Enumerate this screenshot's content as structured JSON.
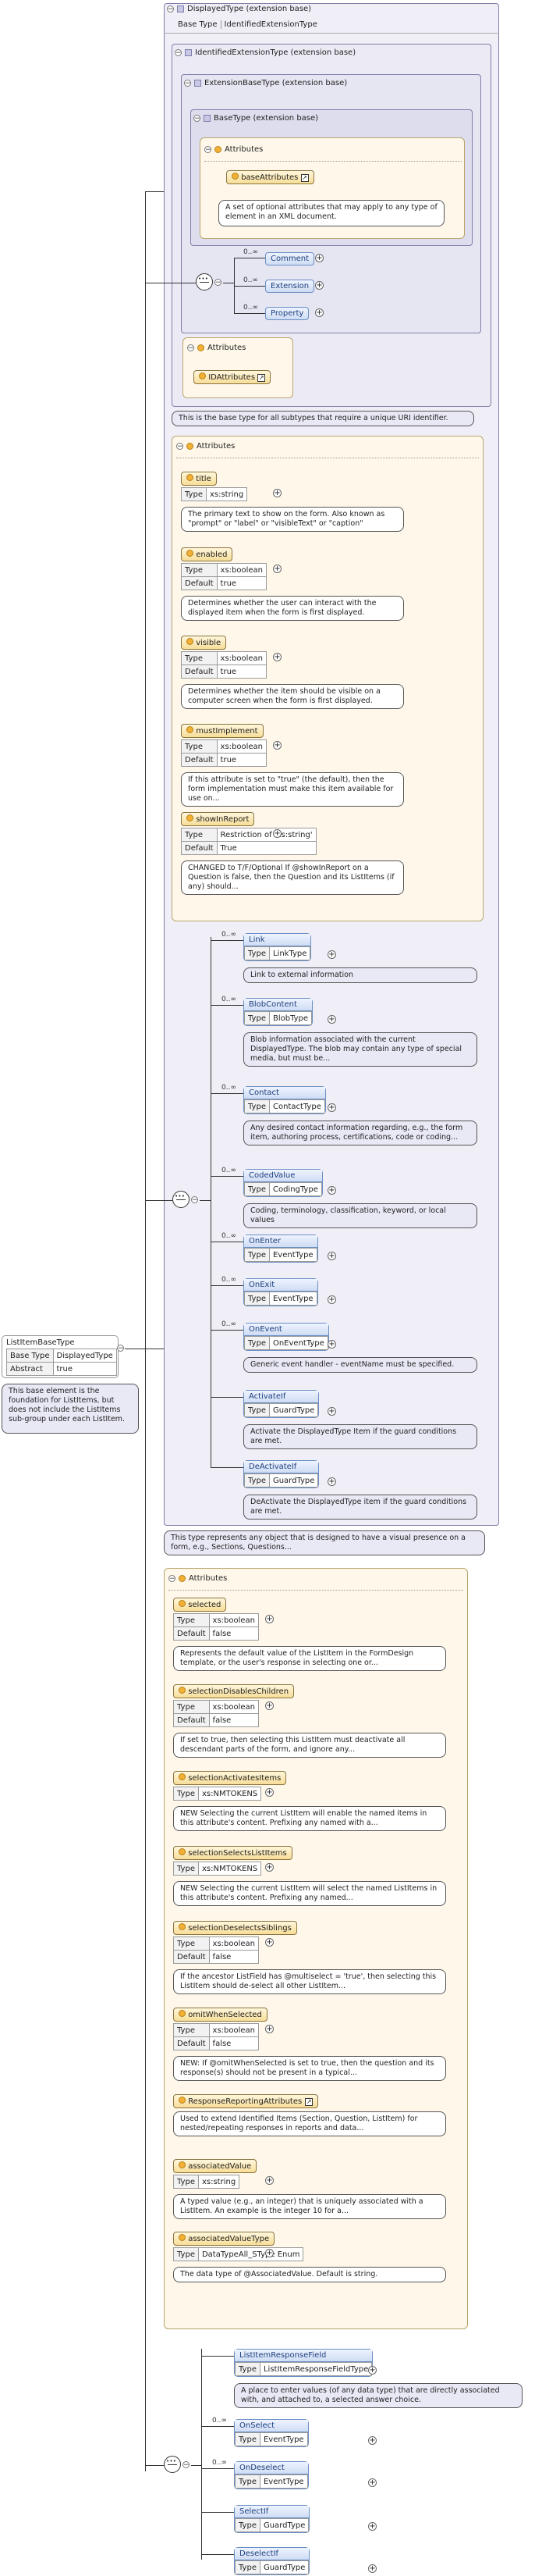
{
  "root": {
    "name": "ListItemBaseType",
    "rows": [
      [
        "Base Type",
        "DisplayedType"
      ],
      [
        "Abstract",
        "true"
      ]
    ],
    "doc": "This base element is the foundation for ListItems, but does not include the ListItems sub-group under each ListItem."
  },
  "displayed": {
    "header": "DisplayedType (extension base)",
    "base_label": "Base Type",
    "base_value": "IdentifiedExtensionType",
    "doc": "This type represents any object that is designed to have a visual presence on a form, e.g., Sections, Questions..."
  },
  "identified": {
    "header": "IdentifiedExtensionType (extension base)",
    "doc": "This is the base type for all subtypes that require a unique URI identifier."
  },
  "extbase": {
    "header": "ExtensionBaseType (extension base)"
  },
  "basetype": {
    "header": "BaseType (extension base)",
    "attr_label": "Attributes",
    "group": "baseAttributes",
    "doc": "A set of optional attributes that may apply to any type of element in an XML document."
  },
  "ext_children": {
    "occ": [
      "0..∞",
      "0..∞",
      "0..∞"
    ],
    "items": [
      "Comment",
      "Extension",
      "Property"
    ]
  },
  "ident_attr": {
    "label": "Attributes",
    "group": "IDAttributes"
  },
  "disp_attrs": {
    "label": "Attributes",
    "items": [
      {
        "name": "title",
        "rows": [
          [
            "Type",
            "xs:string"
          ]
        ],
        "doc": "The primary text to show on the form. Also known as \"prompt\" or \"label\" or \"visibleText\" or \"caption\""
      },
      {
        "name": "enabled",
        "rows": [
          [
            "Type",
            "xs:boolean"
          ],
          [
            "Default",
            "true"
          ]
        ],
        "doc": "Determines whether the user can interact with the displayed item when the form is first displayed."
      },
      {
        "name": "visible",
        "rows": [
          [
            "Type",
            "xs:boolean"
          ],
          [
            "Default",
            "true"
          ]
        ],
        "doc": "Determines whether the item should be visible on a computer screen when the form is first displayed."
      },
      {
        "name": "mustImplement",
        "rows": [
          [
            "Type",
            "xs:boolean"
          ],
          [
            "Default",
            "true"
          ]
        ],
        "doc": "If this attribute is set to \"true\" (the default), then the form implementation must make this item available for use on..."
      },
      {
        "name": "showInReport",
        "rows": [
          [
            "Type",
            "Restriction of 'xs:string'"
          ],
          [
            "Default",
            "True"
          ]
        ],
        "doc": "CHANGED to T/F/Optional If @showInReport on a Question is false, then the Question and its ListItems (if any) should..."
      }
    ]
  },
  "disp_elements": [
    {
      "occ": "0..∞",
      "name": "Link",
      "type": "LinkType",
      "doc": "Link to external information"
    },
    {
      "occ": "0..∞",
      "name": "BlobContent",
      "type": "BlobType",
      "doc": "Blob information associated with the current DisplayedType. The blob may contain any type of special media, but must be..."
    },
    {
      "occ": "0..∞",
      "name": "Contact",
      "type": "ContactType",
      "doc": "Any desired contact information regarding, e.g., the form item, authoring process, certifications, code or coding..."
    },
    {
      "occ": "0..∞",
      "name": "CodedValue",
      "type": "CodingType",
      "doc": "Coding, terminology, classification, keyword, or local values"
    },
    {
      "occ": "0..∞",
      "name": "OnEnter",
      "type": "EventType",
      "doc": ""
    },
    {
      "occ": "0..∞",
      "name": "OnExit",
      "type": "EventType",
      "doc": ""
    },
    {
      "occ": "0..∞",
      "name": "OnEvent",
      "type": "OnEventType",
      "doc": "Generic event handler - eventName must be specified."
    },
    {
      "occ": "",
      "name": "ActivateIf",
      "type": "GuardType",
      "doc": "Activate the DisplayedType Item if the guard conditions are met."
    },
    {
      "occ": "",
      "name": "DeActivateIf",
      "type": "GuardType",
      "doc": "DeActivate the DisplayedType item if the guard conditions are met."
    }
  ],
  "li_attrs": {
    "label": "Attributes",
    "items": [
      {
        "name": "selected",
        "rows": [
          [
            "Type",
            "xs:boolean"
          ],
          [
            "Default",
            "false"
          ]
        ],
        "doc": "Represents the default value of the ListItem in the FormDesign template, or the user's response in selecting one or..."
      },
      {
        "name": "selectionDisablesChildren",
        "rows": [
          [
            "Type",
            "xs:boolean"
          ],
          [
            "Default",
            "false"
          ]
        ],
        "doc": "If set to true, then selecting this ListItem must deactivate all descendant parts of the form, and ignore any..."
      },
      {
        "name": "selectionActivatesItems",
        "rows": [
          [
            "Type",
            "xs:NMTOKENS"
          ]
        ],
        "doc": "NEW Selecting the current ListItem will enable the named items in this attribute's content. Prefixing any named with a..."
      },
      {
        "name": "selectionSelectsListItems",
        "rows": [
          [
            "Type",
            "xs:NMTOKENS"
          ]
        ],
        "doc": "NEW Selecting the current ListItem will select the named ListItems in this attribute's content. Prefixing any named..."
      },
      {
        "name": "selectionDeselectsSiblings",
        "rows": [
          [
            "Type",
            "xs:boolean"
          ],
          [
            "Default",
            "false"
          ]
        ],
        "doc": "If the ancestor ListField has @multiselect = 'true', then selecting this ListItem should de-select all other ListItem..."
      },
      {
        "name": "omitWhenSelected",
        "rows": [
          [
            "Type",
            "xs:boolean"
          ],
          [
            "Default",
            "false"
          ]
        ],
        "doc": "NEW: If @omitWhenSelected is set to true, then the question and its response(s) should not be present in a typical..."
      },
      {
        "name": "ResponseReportingAttributes",
        "rows": [],
        "doc": "Used to extend Identified Items (Section, Question, ListItem) for nested/repeating responses in reports and data..."
      },
      {
        "name": "associatedValue",
        "rows": [
          [
            "Type",
            "xs:string"
          ]
        ],
        "doc": "A typed value (e.g., an integer) that is uniquely associated with a ListItem. An example is the integer 10 for a..."
      },
      {
        "name": "associatedValueType",
        "rows": [
          [
            "Type",
            "DataTypeAll_SType Enum"
          ]
        ],
        "doc": "The data type of @AssociatedValue. Default is string."
      }
    ]
  },
  "li_elements": [
    {
      "occ": "",
      "name": "ListItemResponseField",
      "type": "ListItemResponseFieldType",
      "doc": "A place to enter values (of any data type) that are directly associated with, and attached to, a selected answer choice."
    },
    {
      "occ": "0..∞",
      "name": "OnSelect",
      "type": "EventType",
      "doc": ""
    },
    {
      "occ": "0..∞",
      "name": "OnDeselect",
      "type": "EventType",
      "doc": ""
    },
    {
      "occ": "",
      "name": "SelectIf",
      "type": "GuardType",
      "doc": ""
    },
    {
      "occ": "",
      "name": "DeselectIf",
      "type": "GuardType",
      "doc": ""
    }
  ]
}
